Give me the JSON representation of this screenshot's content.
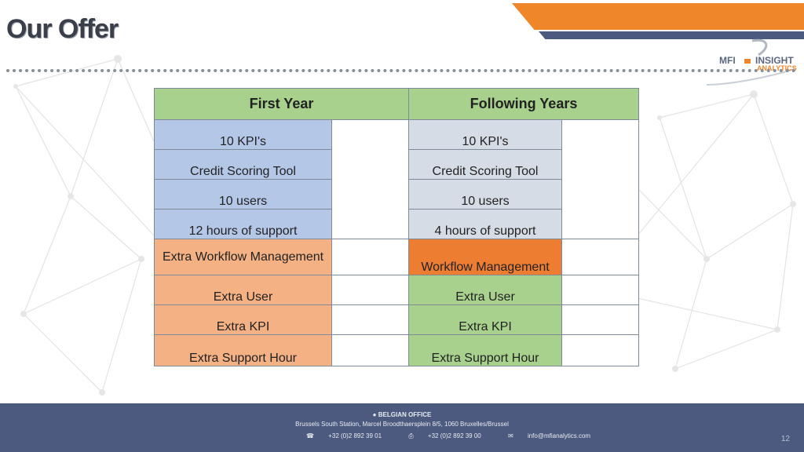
{
  "title": "Our Offer",
  "logo": {
    "mfi": "MFI",
    "insight": "INSIGHT",
    "analytics": "ANALYTICS"
  },
  "table": {
    "headers": [
      "First Year",
      "Following Years"
    ],
    "rows": [
      {
        "first": "10 KPI's",
        "following": "10 KPI's"
      },
      {
        "first": "Credit Scoring Tool",
        "following": "Credit Scoring Tool"
      },
      {
        "first": "10 users",
        "following": "10 users"
      },
      {
        "first": "12 hours of support",
        "following": "4 hours of support"
      },
      {
        "first": "Extra Workflow Management",
        "following": "Workflow Management"
      },
      {
        "first": "Extra User",
        "following": "Extra User"
      },
      {
        "first": "Extra KPI",
        "following": "Extra KPI"
      },
      {
        "first": "Extra Support Hour",
        "following": "Extra Support Hour"
      }
    ]
  },
  "footer": {
    "office_label": "BELGIAN OFFICE",
    "address": "Brussels South Station, Marcel Broodthaersplein 8/5, 1060 Bruxelles/Brussel",
    "phone": "+32 (0)2 892 39 01",
    "fax": "+32 (0)2 892 39 00",
    "email": "info@mfianalytics.com",
    "page_number": "12"
  },
  "colors": {
    "header_green": "#a9d18e",
    "included_blue": "#b4c7e7",
    "included_grey_blue": "#d6dce5",
    "extra_salmon": "#f4b183",
    "workflow_orange": "#ed7d31",
    "footer_navy": "#4b5a7e",
    "band_orange": "#f0862a"
  }
}
